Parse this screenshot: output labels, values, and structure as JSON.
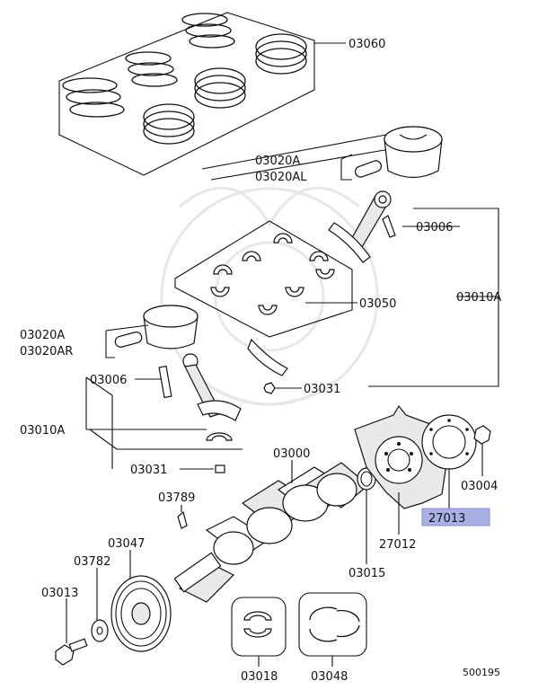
{
  "labels": {
    "p03060": "03060",
    "p03020a_top": "03020A",
    "p03020al": "03020AL",
    "p03006_r": "03006",
    "p03010a_r": "03010A",
    "p03050": "03050",
    "p03020a_left": "03020A",
    "p03020ar": "03020AR",
    "p03006_l": "03006",
    "p03031_r": "03031",
    "p03010a_l": "03010A",
    "p03000": "03000",
    "p03004": "03004",
    "p27013": "27013",
    "p03031_l": "03031",
    "p03789": "03789",
    "p03047": "03047",
    "p03782": "03782",
    "p03013": "03013",
    "p27012": "27012",
    "p03015": "03015",
    "p03018": "03018",
    "p03048": "03048",
    "diagram_no": "500195"
  },
  "highlight_color": "#a9b0e6"
}
